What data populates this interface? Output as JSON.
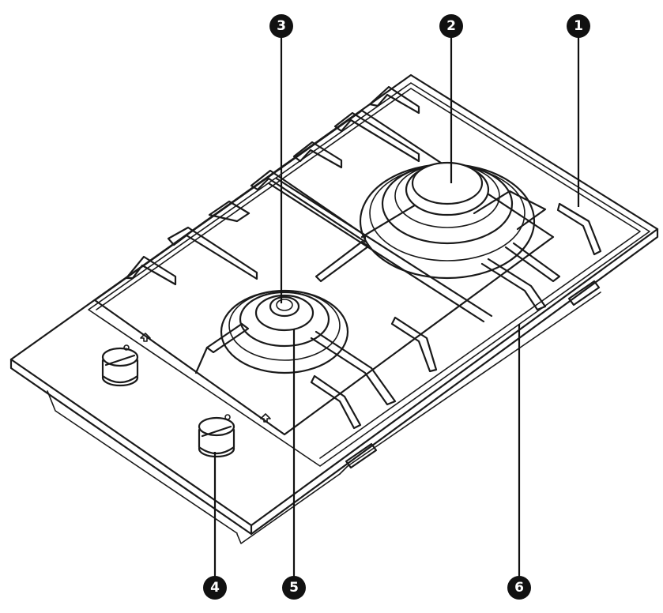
{
  "diagram": {
    "subject": "gas-hob-two-burners",
    "callouts": [
      {
        "id": "c1",
        "label": "1"
      },
      {
        "id": "c2",
        "label": "2"
      },
      {
        "id": "c3",
        "label": "3"
      },
      {
        "id": "c4",
        "label": "4"
      },
      {
        "id": "c5",
        "label": "5"
      },
      {
        "id": "c6",
        "label": "6"
      }
    ]
  }
}
